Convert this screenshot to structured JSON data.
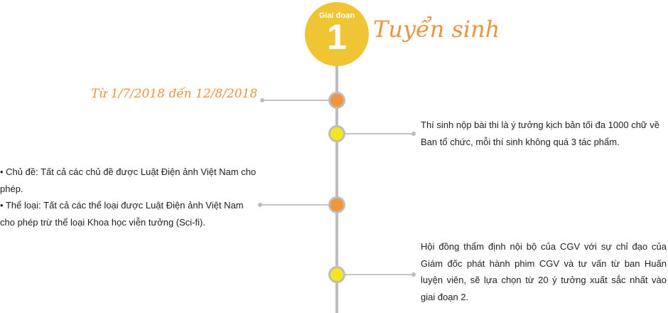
{
  "stage": {
    "label": "Giai đoạn",
    "number": "1",
    "title": "Tuyển sinh"
  },
  "date": "Từ 1/7/2018  đến 12/8/2018",
  "colors": {
    "badge": "#efc533",
    "accent": "#ec9440",
    "node_orange": "#f0953a",
    "node_yellow": "#f5e61c",
    "line": "#bdbdbd"
  },
  "items": [
    {
      "text": "Thí sinh nộp bài thi là ý tưởng kịch bản tối đa 1000 chữ về Ban tổ chức, mỗi thí sinh không quá 3 tác phẩm."
    },
    {
      "bullets": [
        "• Chủ đề: Tất cả các chủ đề được Luật Điện ảnh Việt Nam cho phép.",
        "• Thể loại: Tất cả các thể loại được Luật Điện ảnh Việt Nam cho phép trừ thể loại Khoa học viễn tưởng (Sci-fi)."
      ]
    },
    {
      "text": "Hội đồng thẩm định nội bộ của CGV với sự chỉ đạo của Giám đốc phát hành phim CGV và tư vấn từ ban Huấn luyện viên, sẽ lựa chọn từ 20 ý tưởng xuất sắc nhất vào giai đoạn 2."
    }
  ]
}
